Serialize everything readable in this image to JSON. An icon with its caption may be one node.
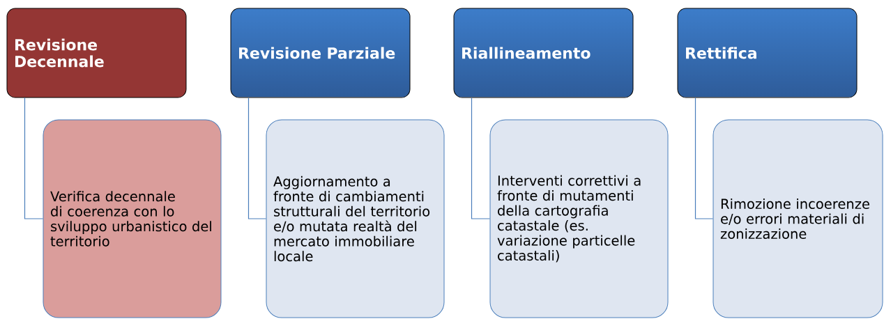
{
  "diagram": {
    "nodes": [
      {
        "text": [
          "Revisione Decennale"
        ]
      },
      {
        "text": [
          "Verifica  decennale di coerenza con lo sviluppo urbanistico del territorio"
        ]
      },
      {
        "text": [
          "Revisione Parziale"
        ]
      },
      {
        "text": [
          "Aggiornamento a fronte di cambiamenti strutturali del territorio e/o mutata realtà del mercato immobiliare locale"
        ]
      },
      {
        "text": [
          "Riallineamento"
        ]
      },
      {
        "text": [
          "Interventi correttivi a fronte di mutamenti della cartografia catastale (es. variazione particelle catastali)"
        ]
      },
      {
        "text": [
          "Rettifica"
        ]
      },
      {
        "text": [
          "Rimozione incoerenze e/o errori materiali di zonizzazione"
        ]
      }
    ],
    "edges": [
      {
        "from": 0,
        "to": 1,
        "arrow": "none"
      },
      {
        "from": 2,
        "to": 3,
        "arrow": "none"
      },
      {
        "from": 4,
        "to": 5,
        "arrow": "none"
      },
      {
        "from": 6,
        "to": 7,
        "arrow": "none"
      }
    ]
  }
}
